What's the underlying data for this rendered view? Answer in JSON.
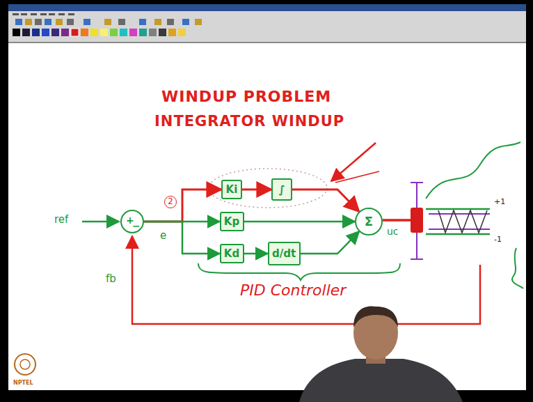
{
  "diagram": {
    "title": "WINDUP PROBLEM",
    "nodes": [
      {
        "text": [
          "+",
          "−"
        ]
      },
      {
        "text": [
          "Ki"
        ]
      },
      {
        "text": [
          "∫"
        ]
      },
      {
        "text": [
          "Kp"
        ]
      },
      {
        "text": [
          "Kd"
        ]
      },
      {
        "text": [
          "d/dt"
        ]
      },
      {
        "text": [
          "Σ"
        ]
      }
    ],
    "edges": [
      {
        "from": 0,
        "to": 1,
        "arrow": "to"
      },
      {
        "from": 0,
        "to": 3,
        "arrow": "to"
      },
      {
        "from": 0,
        "to": 4,
        "arrow": "to"
      },
      {
        "from": 1,
        "to": 2,
        "arrow": "to"
      },
      {
        "from": 4,
        "to": 5,
        "arrow": "to"
      },
      {
        "from": 2,
        "to": 6,
        "arrow": "to"
      },
      {
        "from": 3,
        "to": 6,
        "arrow": "to"
      },
      {
        "from": 5,
        "to": 6,
        "arrow": "to"
      }
    ],
    "labels": [
      "INTEGRATOR WINDUP",
      "ref",
      "e",
      "fb",
      "2",
      "PID Controller",
      "uc",
      "+1",
      "-1",
      "NPTEL"
    ]
  }
}
